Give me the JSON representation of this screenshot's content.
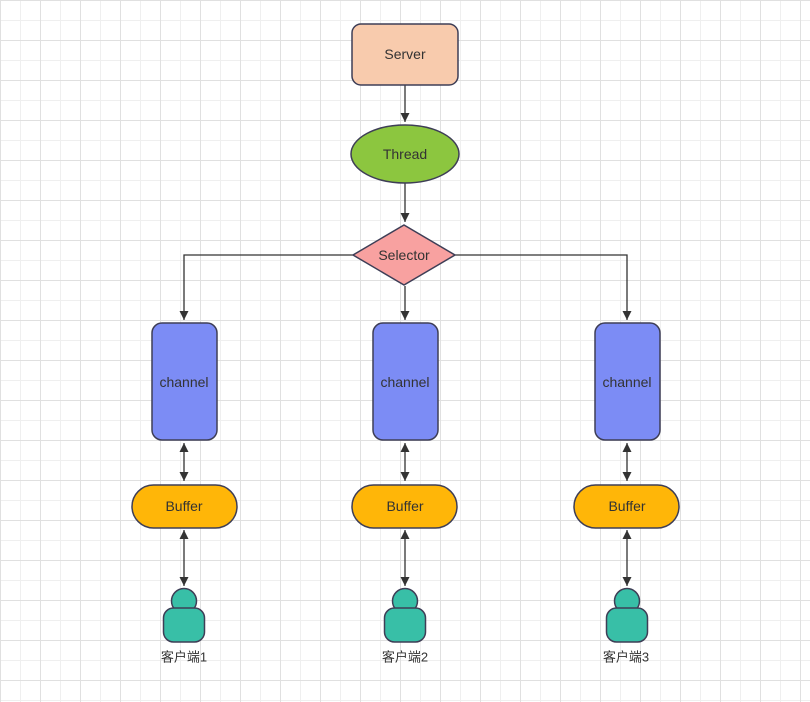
{
  "nodes": {
    "server": {
      "label": "Server"
    },
    "thread": {
      "label": "Thread"
    },
    "selector": {
      "label": "Selector"
    },
    "channels": [
      {
        "label": "channel"
      },
      {
        "label": "channel"
      },
      {
        "label": "channel"
      }
    ],
    "buffers": [
      {
        "label": "Buffer"
      },
      {
        "label": "Buffer"
      },
      {
        "label": "Buffer"
      }
    ],
    "clients": [
      {
        "label": "客户端1"
      },
      {
        "label": "客户端2"
      },
      {
        "label": "客户端3"
      }
    ]
  },
  "colors": {
    "server_fill": "#f8cbad",
    "thread_fill": "#8cc63f",
    "selector_fill": "#f8a1a0",
    "channel_fill": "#7c8cf5",
    "buffer_fill": "#ffb608",
    "client_fill": "#38bfa7",
    "node_stroke": "#3e3e56",
    "connector_stroke": "#333333",
    "text": "#333333",
    "grid_minor": "#efefef",
    "grid_major": "#e0e0e0"
  }
}
